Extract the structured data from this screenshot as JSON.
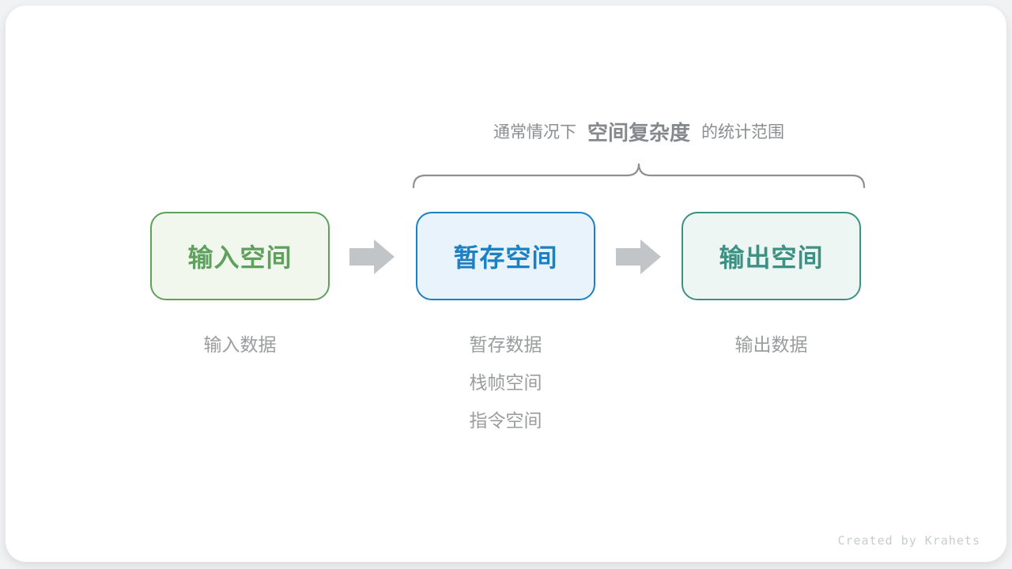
{
  "title": {
    "prefix": "通常情况下",
    "highlight": "空间复杂度",
    "suffix": "的统计范围"
  },
  "boxes": [
    {
      "label": "输入空间",
      "border_color": "#5fa05f",
      "fill_color": "#f1f7ed",
      "text_color": "#5fa05f",
      "sub_labels": [
        "输入数据"
      ]
    },
    {
      "label": "暂存空间",
      "border_color": "#1b80c4",
      "fill_color": "#e8f3fb",
      "text_color": "#1b80c4",
      "sub_labels": [
        "暂存数据",
        "栈帧空间",
        "指令空间"
      ]
    },
    {
      "label": "输出空间",
      "border_color": "#3d9184",
      "fill_color": "#edf6f2",
      "text_color": "#3d9184",
      "sub_labels": [
        "输出数据"
      ]
    }
  ],
  "arrows": {
    "color": "#c2c5c8"
  },
  "brace": {
    "color": "#8e9194"
  },
  "watermark": "Created by Krahets"
}
